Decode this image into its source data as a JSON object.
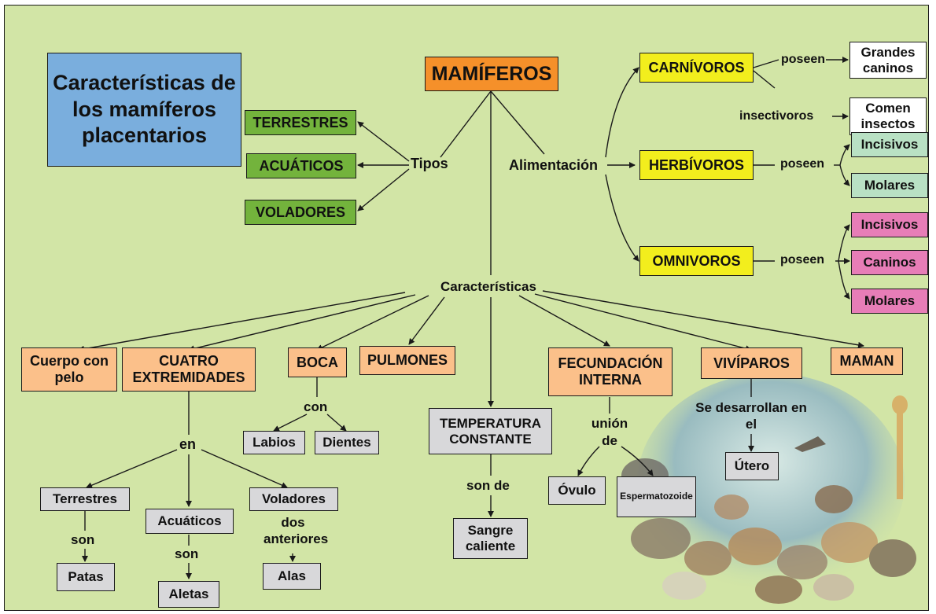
{
  "title": "Características de los mamíferos placentarios",
  "root": "MAMÍFEROS",
  "links": {
    "tipos": "Tipos",
    "alimentacion": "Alimentación",
    "caracteristicas": "Características",
    "poseen": "poseen",
    "insectivoros": "insectivoros",
    "con": "con",
    "en": "en",
    "son": "son",
    "dos_anteriores": "dos anteriores",
    "son_de": "son de",
    "union_de": "unión de",
    "se_desarrollan": "Se desarrollan en el"
  },
  "tipos": [
    "TERRESTRES",
    "ACUÁTICOS",
    "VOLADORES"
  ],
  "alimentacion": {
    "carnivoros": "CARNÍVOROS",
    "herbivoros": "HERBÍVOROS",
    "omnivoros": "OMNIVOROS",
    "grandes_caninos": "Grandes caninos",
    "comen_insectos": "Comen insectos",
    "herb_items": [
      "Incisivos",
      "Molares"
    ],
    "omni_items": [
      "Incisivos",
      "Caninos",
      "Molares"
    ]
  },
  "caracteristicas": {
    "cuerpo": "Cuerpo con pelo",
    "cuatro": "CUATRO EXTREMIDADES",
    "boca": "BOCA",
    "pulmones": "PULMONES",
    "temperatura": "TEMPERATURA CONSTANTE",
    "fecundacion": "FECUNDACIÓN INTERNA",
    "viviparos": "VIVÍPAROS",
    "maman": "MAMAN"
  },
  "extremidades": {
    "terrestres": "Terrestres",
    "acuaticos": "Acuáticos",
    "voladores": "Voladores",
    "patas": "Patas",
    "aletas": "Aletas",
    "alas": "Alas"
  },
  "boca_items": [
    "Labios",
    "Dientes"
  ],
  "sangre": "Sangre caliente",
  "ovulo": "Óvulo",
  "espermatozoide": "Espermatozoide",
  "utero": "Útero",
  "colors": {
    "background": "#d2e5a6",
    "title_box": "#7aaedd",
    "root_box": "#f5902a",
    "tipos_box": "#73b33c",
    "diet_box": "#f2ee1d",
    "feature_box": "#fbc08a",
    "detail_box": "#d8d8da",
    "herb_teeth": "#b9e1c4",
    "omni_teeth": "#e77db7"
  }
}
